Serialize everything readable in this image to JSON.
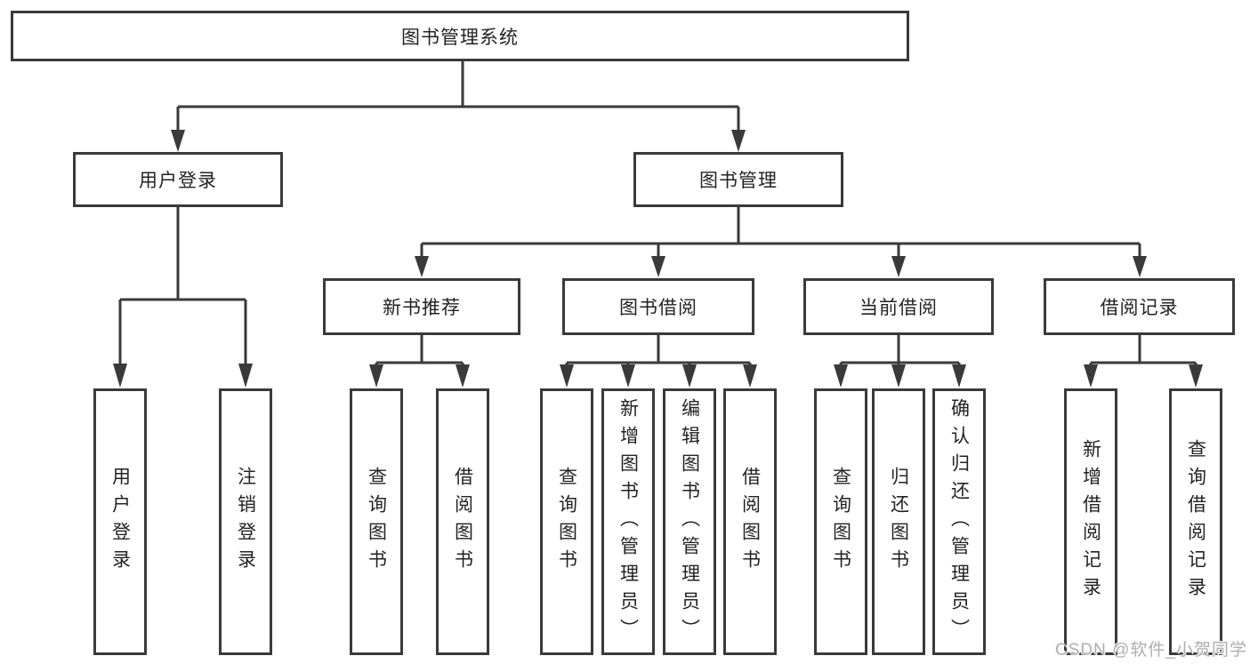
{
  "tree": {
    "root": "图书管理系统",
    "children": [
      {
        "label": "用户登录",
        "children": [
          {
            "label": "用户登录"
          },
          {
            "label": "注销登录"
          }
        ]
      },
      {
        "label": "图书管理",
        "children": [
          {
            "label": "新书推荐",
            "children": [
              {
                "label": "查询图书"
              },
              {
                "label": "借阅图书"
              }
            ]
          },
          {
            "label": "图书借阅",
            "children": [
              {
                "label": "查询图书"
              },
              {
                "label": "新增图书（管理员）"
              },
              {
                "label": "编辑图书（管理员）"
              },
              {
                "label": "借阅图书"
              }
            ]
          },
          {
            "label": "当前借阅",
            "children": [
              {
                "label": "查询图书"
              },
              {
                "label": "归还图书"
              },
              {
                "label": "确认归还（管理员）"
              }
            ]
          },
          {
            "label": "借阅记录",
            "children": [
              {
                "label": "新增借阅记录"
              },
              {
                "label": "查询借阅记录"
              }
            ]
          }
        ]
      }
    ]
  },
  "watermark": {
    "text": "CSDN @软件_小贺同学"
  },
  "colors": {
    "line": "#3a3a3a",
    "box_border": "#3a3a3a",
    "text": "#232323",
    "watermark": "#b0b0b0",
    "background": "#ffffff"
  }
}
